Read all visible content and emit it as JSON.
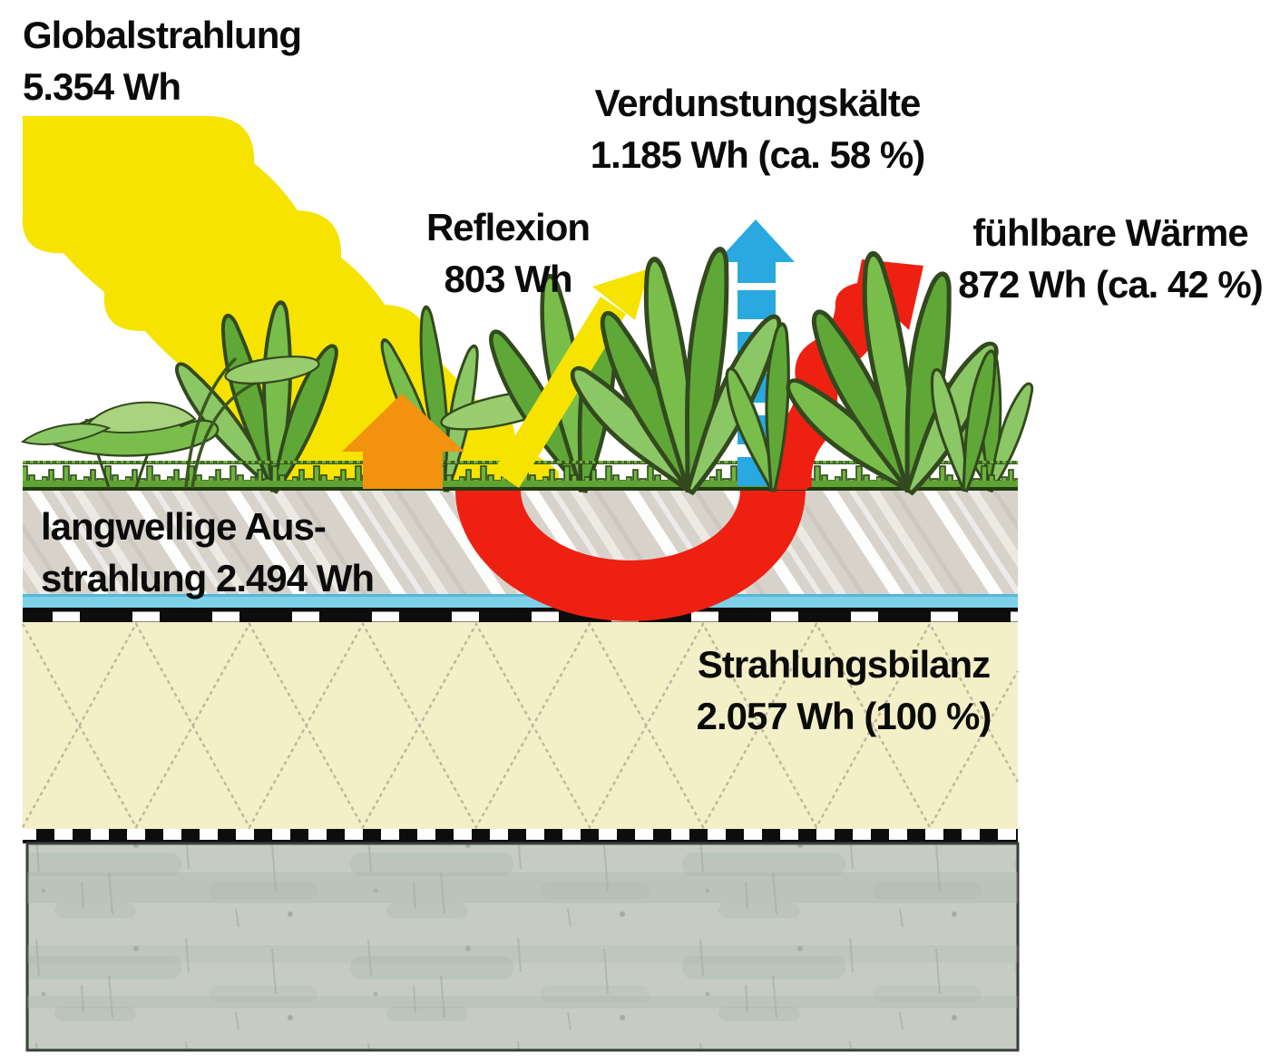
{
  "diagram": {
    "title": "Green roof energy balance diagram",
    "labels": {
      "global_radiation": {
        "name": "Globalstrahlung",
        "value": "5.354 Wh"
      },
      "evaporative_cooling": {
        "name": "Verdunstungskälte",
        "value": "1.185 Wh (ca. 58 %)"
      },
      "reflection": {
        "name": "Reflexion",
        "value": "803 Wh"
      },
      "sensible_heat": {
        "name": "fühlbare Wärme",
        "value": "872 Wh (ca. 42 %)"
      },
      "longwave_radiation": {
        "line1": "langwellige Aus-",
        "line2": "strahlung 2.494 Wh"
      },
      "radiation_balance": {
        "name": "Strahlungsbilanz",
        "value": "2.057 Wh (100 %)"
      }
    },
    "colors": {
      "global_radiation_arrow": "#F6E300",
      "reflection_arrow": "#F6E300",
      "evaporation_arrow": "#29A9E0",
      "sensible_heat_arrow": "#EE2012",
      "ground_heat_arrow": "#EE2012",
      "soil_flux_arrow": "#F2920F",
      "substrate_layer": "#D7D3CB",
      "drainage_layer": "#7ED1E9",
      "insulation_layer": "#F3EFC7",
      "concrete_layer": "#C6CCC4",
      "vegetation_green": "#6DB23C",
      "text": "#0b0b0b"
    }
  }
}
